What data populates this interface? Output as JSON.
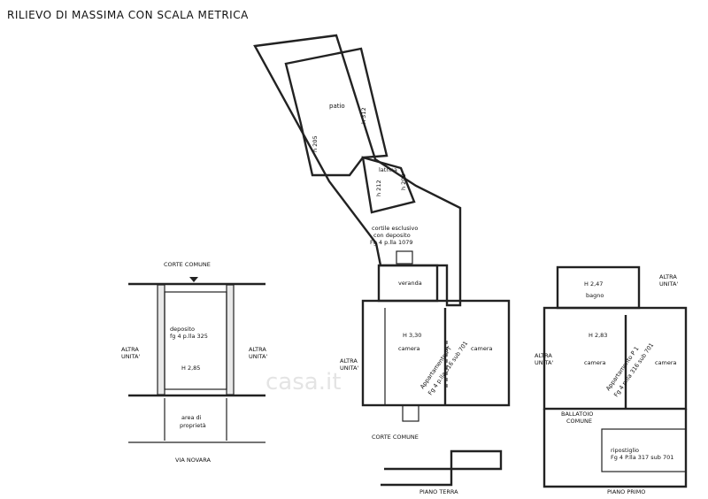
{
  "title": "RILIEVO DI MASSIMA CON SCALA METRICA",
  "watermark": "casa.it",
  "left_plan": {
    "corte_comune": "CORTE COMUNE",
    "deposito_1": "deposito",
    "deposito_2": "fg 4 p.lla 325",
    "height": "H 2,85",
    "altra_left_1": "ALTRA",
    "altra_left_2": "UNITA'",
    "altra_right_1": "ALTRA",
    "altra_right_2": "UNITA'",
    "area_1": "area di",
    "area_2": "proprietà",
    "street": "VIA NOVARA"
  },
  "ground_floor": {
    "patio": "patio",
    "h_patio_left": "h 205",
    "h_patio_right": "h 312",
    "latrina": "latrina",
    "h_latrina_left": "h 212",
    "h_latrina_right": "h 200",
    "cortile_1": "cortile esclusivo",
    "cortile_2": "con deposito",
    "cortile_3": "Fg 4 p.lla 1079",
    "veranda": "veranda",
    "height": "H 3,30",
    "camera_left": "camera",
    "camera_right": "camera",
    "appartamento_1": "Appartamento PT",
    "appartamento_2": "Fg 4 p.lla 316 sub 701",
    "altra_1": "ALTRA",
    "altra_2": "UNITA'",
    "corte_comune": "CORTE COMUNE",
    "floor_label": "PIANO TERRA"
  },
  "first_floor": {
    "altra_top_1": "ALTRA",
    "altra_top_2": "UNITA'",
    "bagno_height": "H 2,47",
    "bagno": "bagno",
    "height": "H 2,83",
    "camera_left": "camera",
    "camera_right": "camera",
    "appartamento_1": "Appartamento P 1",
    "appartamento_2": "Fg 4 p.lla 316 sub 701",
    "altra_left_1": "ALTRA",
    "altra_left_2": "UNITA'",
    "ballatoio_1": "BALLATOIO",
    "ballatoio_2": "COMUNE",
    "ripostiglio_1": "ripostiglio",
    "ripostiglio_2": "Fg 4 P.lla 317 sub 701",
    "floor_label": "PIANO PRIMO"
  }
}
